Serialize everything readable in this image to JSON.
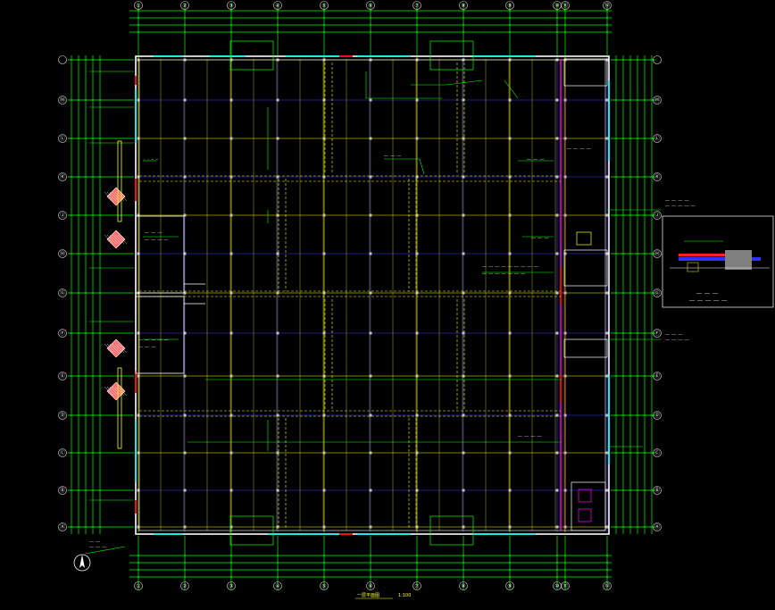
{
  "drawing": {
    "title": "一层平面图",
    "scale": "1:100",
    "column_axes": [
      "①",
      "②",
      "③",
      "④",
      "⑤",
      "⑥",
      "⑦",
      "⑧",
      "⑨",
      "⑩",
      "⑪",
      "⑫"
    ],
    "row_axes": [
      "Ⓐ",
      "Ⓑ",
      "Ⓒ",
      "Ⓓ",
      "Ⓔ",
      "Ⓕ",
      "Ⓖ",
      "Ⓗ",
      "Ⓙ",
      "Ⓚ",
      "Ⓛ",
      "Ⓜ"
    ],
    "colors": {
      "background": "#000000",
      "dimension": "#00ff00",
      "wall": "#ffffff",
      "grid_yellow": "#ffff00",
      "grid_blue": "#4040ff",
      "partition": "#ff00ff",
      "door": "#ff0000",
      "window": "#00ffff",
      "text": "#e8e8e8"
    },
    "icons": [
      "north-arrow-icon",
      "hatched-column-icon"
    ]
  }
}
